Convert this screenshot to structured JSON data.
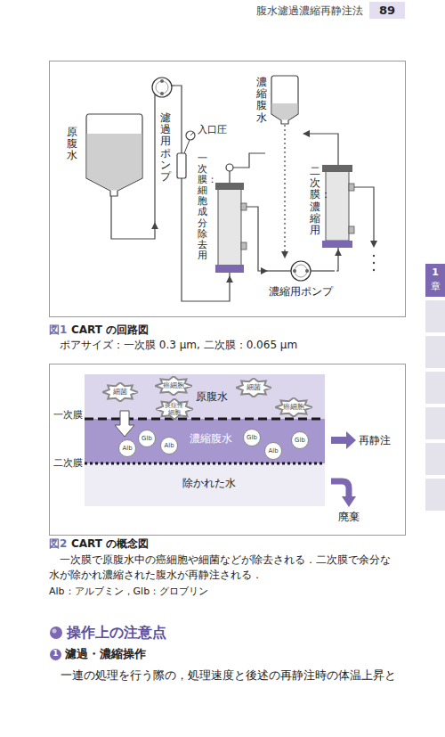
{
  "diagram": {
    "nodes": [
      {
        "text": [
          "原腹水"
        ]
      },
      {
        "text": [
          "濾過用ポンプ"
        ]
      },
      {
        "text": [
          "一次膜：細胞成分除去用"
        ]
      },
      {
        "text": [
          "濃縮用ポンプ"
        ]
      },
      {
        "text": [
          "二次膜：濃縮用"
        ]
      },
      {
        "text": [
          "濃縮腹水"
        ]
      },
      {
        "text": [
          "原腹水"
        ]
      },
      {
        "text": [
          "細菌"
        ],
        "in": 6
      },
      {
        "text": [
          "癌細胞"
        ],
        "in": 6
      },
      {
        "text": [
          "細菌"
        ],
        "in": 6
      },
      {
        "text": [
          "炎症性細胞"
        ],
        "in": 6
      },
      {
        "text": [
          "癌細胞"
        ],
        "in": 6
      },
      {
        "text": [
          "濃縮腹水"
        ]
      },
      {
        "text": [
          "Alb"
        ],
        "in": 12
      },
      {
        "text": [
          "Glb"
        ],
        "in": 12
      },
      {
        "text": [
          "Alb"
        ],
        "in": 12
      },
      {
        "text": [
          "Glb"
        ],
        "in": 12
      },
      {
        "text": [
          "Alb"
        ],
        "in": 12
      },
      {
        "text": [
          "Glb"
        ],
        "in": 12
      },
      {
        "text": [
          "除かれた水"
        ]
      }
    ],
    "edges": [
      {
        "from": 0,
        "to": 1,
        "arrow": "to"
      },
      {
        "from": 1,
        "to": 2,
        "arrow": "to"
      },
      {
        "from": 2,
        "to": 3,
        "arrow": "to"
      },
      {
        "from": 3,
        "to": 4,
        "arrow": "to"
      },
      {
        "from": 4,
        "to": 5,
        "arrow": "to"
      }
    ],
    "labels": [
      "腹水濾過濃縮再静注法",
      "89",
      "1",
      "章",
      "入口圧",
      "図1",
      "CART の回路図",
      "ポアサイズ：一次膜 0.3 μm, 二次膜：0.065 μm",
      "一次膜",
      "二次膜",
      "再静注",
      "廃棄",
      "図2",
      "CART の概念図",
      "一次膜で原腹水中の癌細胞や細菌などが除去される．二次膜で余分な水が除かれ濃縮された腹水が再静注される．",
      "Alb：アルブミン，Glb：グロブリン",
      "操作上の注意点",
      "1",
      "濾過・濃縮操作",
      "一連の処理を行う際の，処理速度と後述の再静注時の体温上昇と"
    ]
  }
}
